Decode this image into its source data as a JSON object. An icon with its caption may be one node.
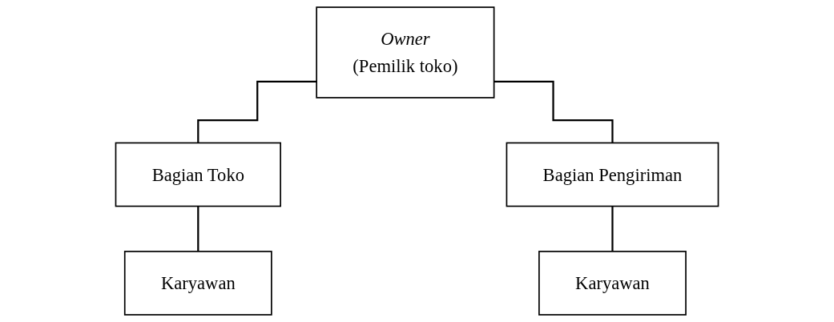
{
  "diagram": {
    "nodes": [
      {
        "text": [
          "Owner",
          "(Pemilik toko)"
        ]
      },
      {
        "text": [
          "Bagian Toko"
        ]
      },
      {
        "text": [
          "Bagian Pengiriman"
        ]
      },
      {
        "text": [
          "Karyawan"
        ]
      },
      {
        "text": [
          "Karyawan"
        ]
      }
    ],
    "edges": [
      {
        "from": 0,
        "to": 1,
        "arrow": "none"
      },
      {
        "from": 0,
        "to": 2,
        "arrow": "none"
      },
      {
        "from": 1,
        "to": 3,
        "arrow": "none"
      },
      {
        "from": 2,
        "to": 4,
        "arrow": "none"
      }
    ]
  }
}
